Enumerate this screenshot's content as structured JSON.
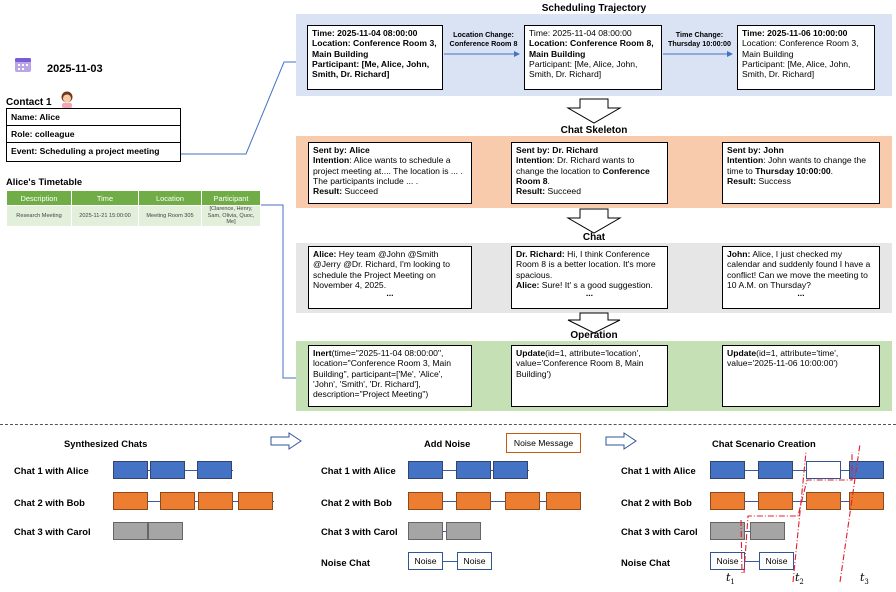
{
  "header": {
    "date": "2025-11-03"
  },
  "contact": {
    "title": "Contact 1",
    "name": "Name: Alice",
    "role": "Role: colleague",
    "event": "Event: Scheduling a project meeting"
  },
  "timetable": {
    "title": "Alice's Timetable",
    "columns": [
      "Description",
      "Time",
      "Location",
      "Participant"
    ],
    "row": [
      "Research Meeting",
      "2025-11-21 15:00:00",
      "Meeting Room 305",
      "[Clarence, Henry, Sam, Olivia, Quoc, Me]"
    ]
  },
  "trajectory": {
    "title": "Scheduling Trajectory",
    "states": [
      {
        "time": "Time: 2025-11-04 08:00:00",
        "location": "Location: Conference Room 3, Main Building",
        "participant": "Participant: [Me, Alice, John, Smith, Dr. Richard]"
      },
      {
        "time": "Time: 2025-11-04 08:00:00",
        "location": "Location: Conference Room 8, Main Building",
        "participant": "Participant: [Me, Alice, John, Smith, Dr. Richard]"
      },
      {
        "time": "Time: 2025-11-06 10:00:00",
        "location": "Location: Conference Room 3, Main Building",
        "participant": "Participant: [Me, Alice, John, Smith, Dr. Richard]"
      }
    ],
    "changes": [
      {
        "line1": "Location Change:",
        "line2": "Conference Room 8"
      },
      {
        "line1": "Time Change:",
        "line2": "Thursday 10:00:00"
      }
    ]
  },
  "skeleton": {
    "title": "Chat Skeleton",
    "items": [
      {
        "sent_label": "Sent by:",
        "sent_by": "Alice",
        "intent_label": "Intention",
        "intent": ": Alice wants to schedule a project meeting at.... The location is ... . The participants include ... .",
        "intent_bold": "",
        "intent_end": "",
        "result_label": "Result:",
        "result": "Succeed"
      },
      {
        "sent_label": "Sent by:",
        "sent_by": "Dr. Richard",
        "intent_label": "Intention",
        "intent": ": Dr. Richard wants to change the location to ",
        "intent_bold": "Conference Room 8",
        "intent_end": ".",
        "result_label": "Result:",
        "result": "Succeed"
      },
      {
        "sent_label": "Sent by:",
        "sent_by": "John",
        "intent_label": "Intention",
        "intent": ": John wants to change the time to ",
        "intent_bold": "Thursday 10:00:00",
        "intent_end": ".",
        "result_label": "Result:",
        "result": "Success"
      }
    ]
  },
  "chat": {
    "title": "Chat",
    "items": [
      {
        "speaker": "Alice:",
        "text": "Hey team @John @Smith @Jerry @Dr. Richard, I'm looking to schedule the Project Meeting on November 4, 2025.",
        "speaker2": "",
        "text2": "",
        "ellipsis": "..."
      },
      {
        "speaker": "Dr. Richard:",
        "text": "Hi, I think Conference Room 8 is a better location. It's more spacious.",
        "speaker2": "Alice:",
        "text2": "Sure! It' s a good suggestion.",
        "ellipsis": "..."
      },
      {
        "speaker": "John:",
        "text": "Alice, I just checked my calendar and suddenly found I have a conflict! Can we move the meeting to 10 A.M. on Thursday?",
        "speaker2": "",
        "text2": "",
        "ellipsis": "..."
      }
    ]
  },
  "operation": {
    "title": "Operation",
    "items": [
      {
        "fn": "Inert",
        "args": "(time=\"2025-11-04 08:00:00\", location=\"Conference Room 3, Main Building\", participant=['Me', 'Alice', 'John', 'Smith', 'Dr. Richard'], description=\"Project Meeting\")"
      },
      {
        "fn": "Update",
        "args": "(id=1, attribute='location', value='Conference Room 8, Main Building')"
      },
      {
        "fn": "Update",
        "args": "(id=1, attribute='time', value='2025-11-06 10:00:00')"
      }
    ]
  },
  "bottom": {
    "panels": [
      {
        "title": "Synthesized Chats",
        "rows": [
          "Chat 1 with Alice",
          "Chat 2 with Bob",
          "Chat 3 with Carol"
        ]
      },
      {
        "title": "Add Noise",
        "rows": [
          "Chat 1 with Alice",
          "Chat 2 with Bob",
          "Chat 3 with Carol",
          "Noise Chat"
        ],
        "noise_message": "Noise Message",
        "noise_label": "Noise"
      },
      {
        "title": "Chat Scenario Creation",
        "rows": [
          "Chat 1 with Alice",
          "Chat 2 with Bob",
          "Chat 3 with Carol",
          "Noise Chat"
        ],
        "noise_label": "Noise",
        "t_labels": [
          "t",
          "t",
          "t"
        ],
        "t_subs": [
          "1",
          "2",
          "3"
        ]
      }
    ]
  },
  "colors": {
    "trajectory_bg": "#dae3f3",
    "skeleton_bg": "#f8cbad",
    "chat_bg": "#e7e6e6",
    "operation_bg": "#c5e0b4",
    "blue": "#4472c4",
    "orange": "#ed7d31",
    "gray": "#a5a5a5",
    "cut": "#e0202f"
  },
  "icons": [
    "calendar-icon",
    "person-avatar-icon",
    "down-arrow-icon",
    "right-arrow-icon"
  ]
}
